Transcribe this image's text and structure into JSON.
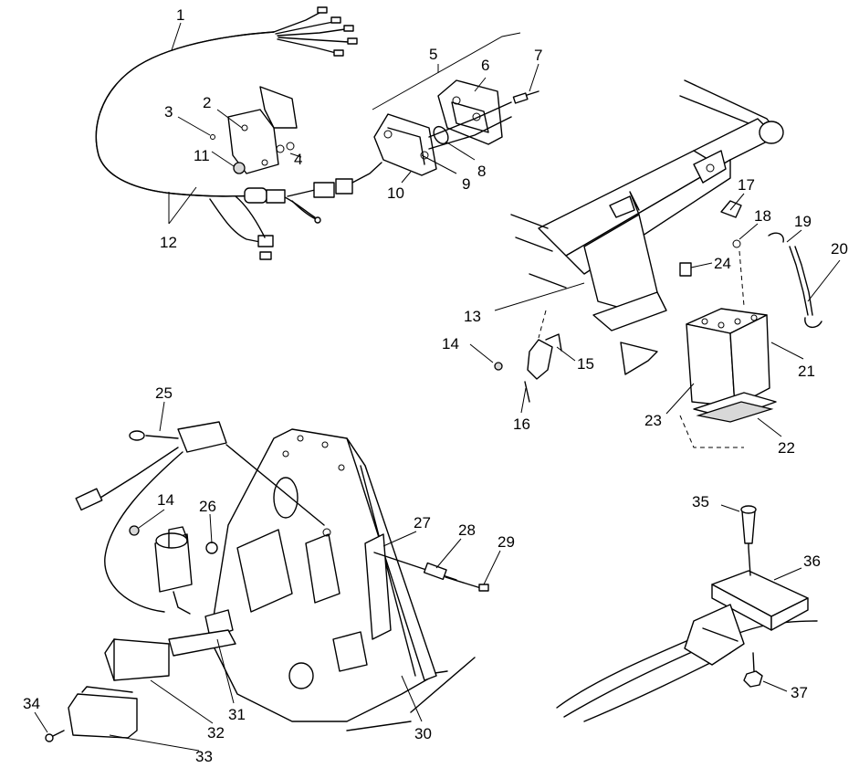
{
  "callouts": [
    "1",
    "2",
    "3",
    "4",
    "5",
    "6",
    "7",
    "8",
    "9",
    "10",
    "11",
    "12",
    "13",
    "14",
    "15",
    "16",
    "17",
    "18",
    "19",
    "20",
    "21",
    "22",
    "23",
    "24",
    "25",
    "14",
    "26",
    "27",
    "28",
    "29",
    "30",
    "31",
    "32",
    "33",
    "34",
    "35",
    "36",
    "37"
  ]
}
